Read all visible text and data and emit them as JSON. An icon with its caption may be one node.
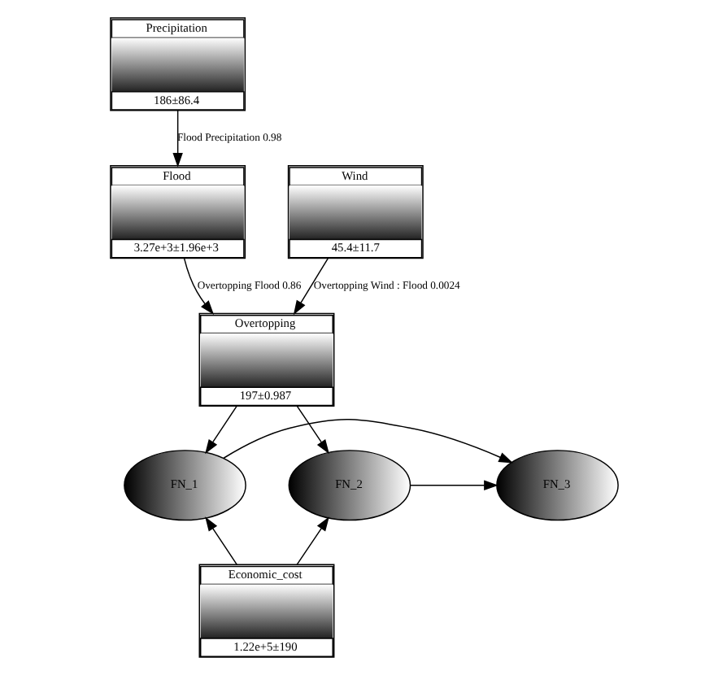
{
  "diagram": {
    "nodes": [
      {
        "text": [
          "Precipitation",
          "186±86.4"
        ]
      },
      {
        "text": [
          "Flood",
          "3.27e+3±1.96e+3"
        ]
      },
      {
        "text": [
          "Wind",
          "45.4±11.7"
        ]
      },
      {
        "text": [
          "Overtopping",
          "197±0.987"
        ]
      },
      {
        "text": [
          "FN_1"
        ]
      },
      {
        "text": [
          "FN_3"
        ]
      },
      {
        "text": [
          "FN_2"
        ]
      },
      {
        "text": [
          "Economic_cost",
          "1.22e+5±190"
        ]
      }
    ],
    "edges": [
      {
        "from": 0,
        "to": 1,
        "arrow": "to",
        "label": "Flood Precipitation 0.98"
      },
      {
        "from": 1,
        "to": 3,
        "arrow": "to",
        "label": "Overtopping Flood 0.86"
      },
      {
        "from": 2,
        "to": 3,
        "arrow": "to",
        "label": "Overtopping Wind : Flood 0.0024"
      },
      {
        "from": 3,
        "to": 4,
        "arrow": "to"
      },
      {
        "from": 3,
        "to": 6,
        "arrow": "to"
      },
      {
        "from": 4,
        "to": 5,
        "arrow": "to"
      },
      {
        "from": 6,
        "to": 5,
        "arrow": "to"
      },
      {
        "from": 7,
        "to": 4,
        "arrow": "to"
      },
      {
        "from": 7,
        "to": 6,
        "arrow": "to"
      }
    ]
  }
}
